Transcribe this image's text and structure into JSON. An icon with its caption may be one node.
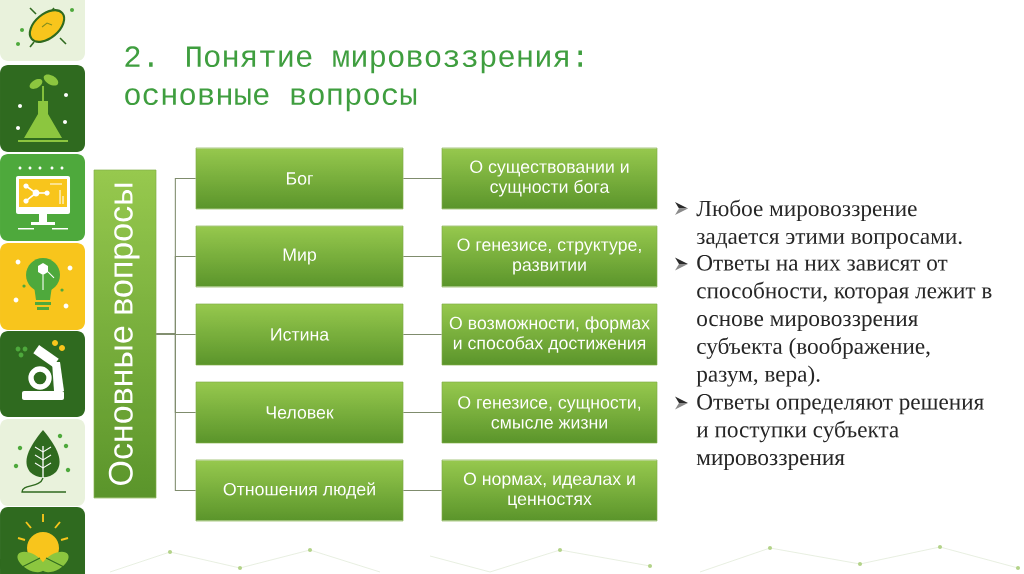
{
  "diagram": {
    "title": "2. Понятие мировоззрения: основные вопросы",
    "nodes": [
      {
        "text": [
          "Основные вопросы"
        ]
      },
      {
        "text": [
          "Бог"
        ]
      },
      {
        "text": [
          "О существовании и сущности бога"
        ]
      },
      {
        "text": [
          "Мир"
        ]
      },
      {
        "text": [
          "О генезисе, структуре, развитии"
        ]
      },
      {
        "text": [
          "Истина"
        ]
      },
      {
        "text": [
          "О возможности, формах и способах достижения"
        ]
      },
      {
        "text": [
          "Человек"
        ]
      },
      {
        "text": [
          "О генезисе, сущности, смысле жизни"
        ]
      },
      {
        "text": [
          "Отношения людей"
        ]
      },
      {
        "text": [
          "О нормах, идеалах и ценностях"
        ]
      }
    ],
    "edges": [
      {
        "from": 0,
        "to": 1,
        "arrow": "none"
      },
      {
        "from": 0,
        "to": 3,
        "arrow": "none"
      },
      {
        "from": 0,
        "to": 5,
        "arrow": "none"
      },
      {
        "from": 0,
        "to": 7,
        "arrow": "none"
      },
      {
        "from": 0,
        "to": 9,
        "arrow": "none"
      },
      {
        "from": 1,
        "to": 2,
        "arrow": "none"
      },
      {
        "from": 3,
        "to": 4,
        "arrow": "none"
      },
      {
        "from": 5,
        "to": 6,
        "arrow": "none"
      },
      {
        "from": 7,
        "to": 8,
        "arrow": "none"
      },
      {
        "from": 9,
        "to": 10,
        "arrow": "none"
      }
    ],
    "labels": [
      "Любое мировоззрение задается этими вопросами.",
      "Ответы на них зависят от способности, которая лежит в основе мировоззрения субъекта (воображение, разум, вера).",
      "Ответы определяют решения и поступки субъекта мировоззрения"
    ]
  }
}
